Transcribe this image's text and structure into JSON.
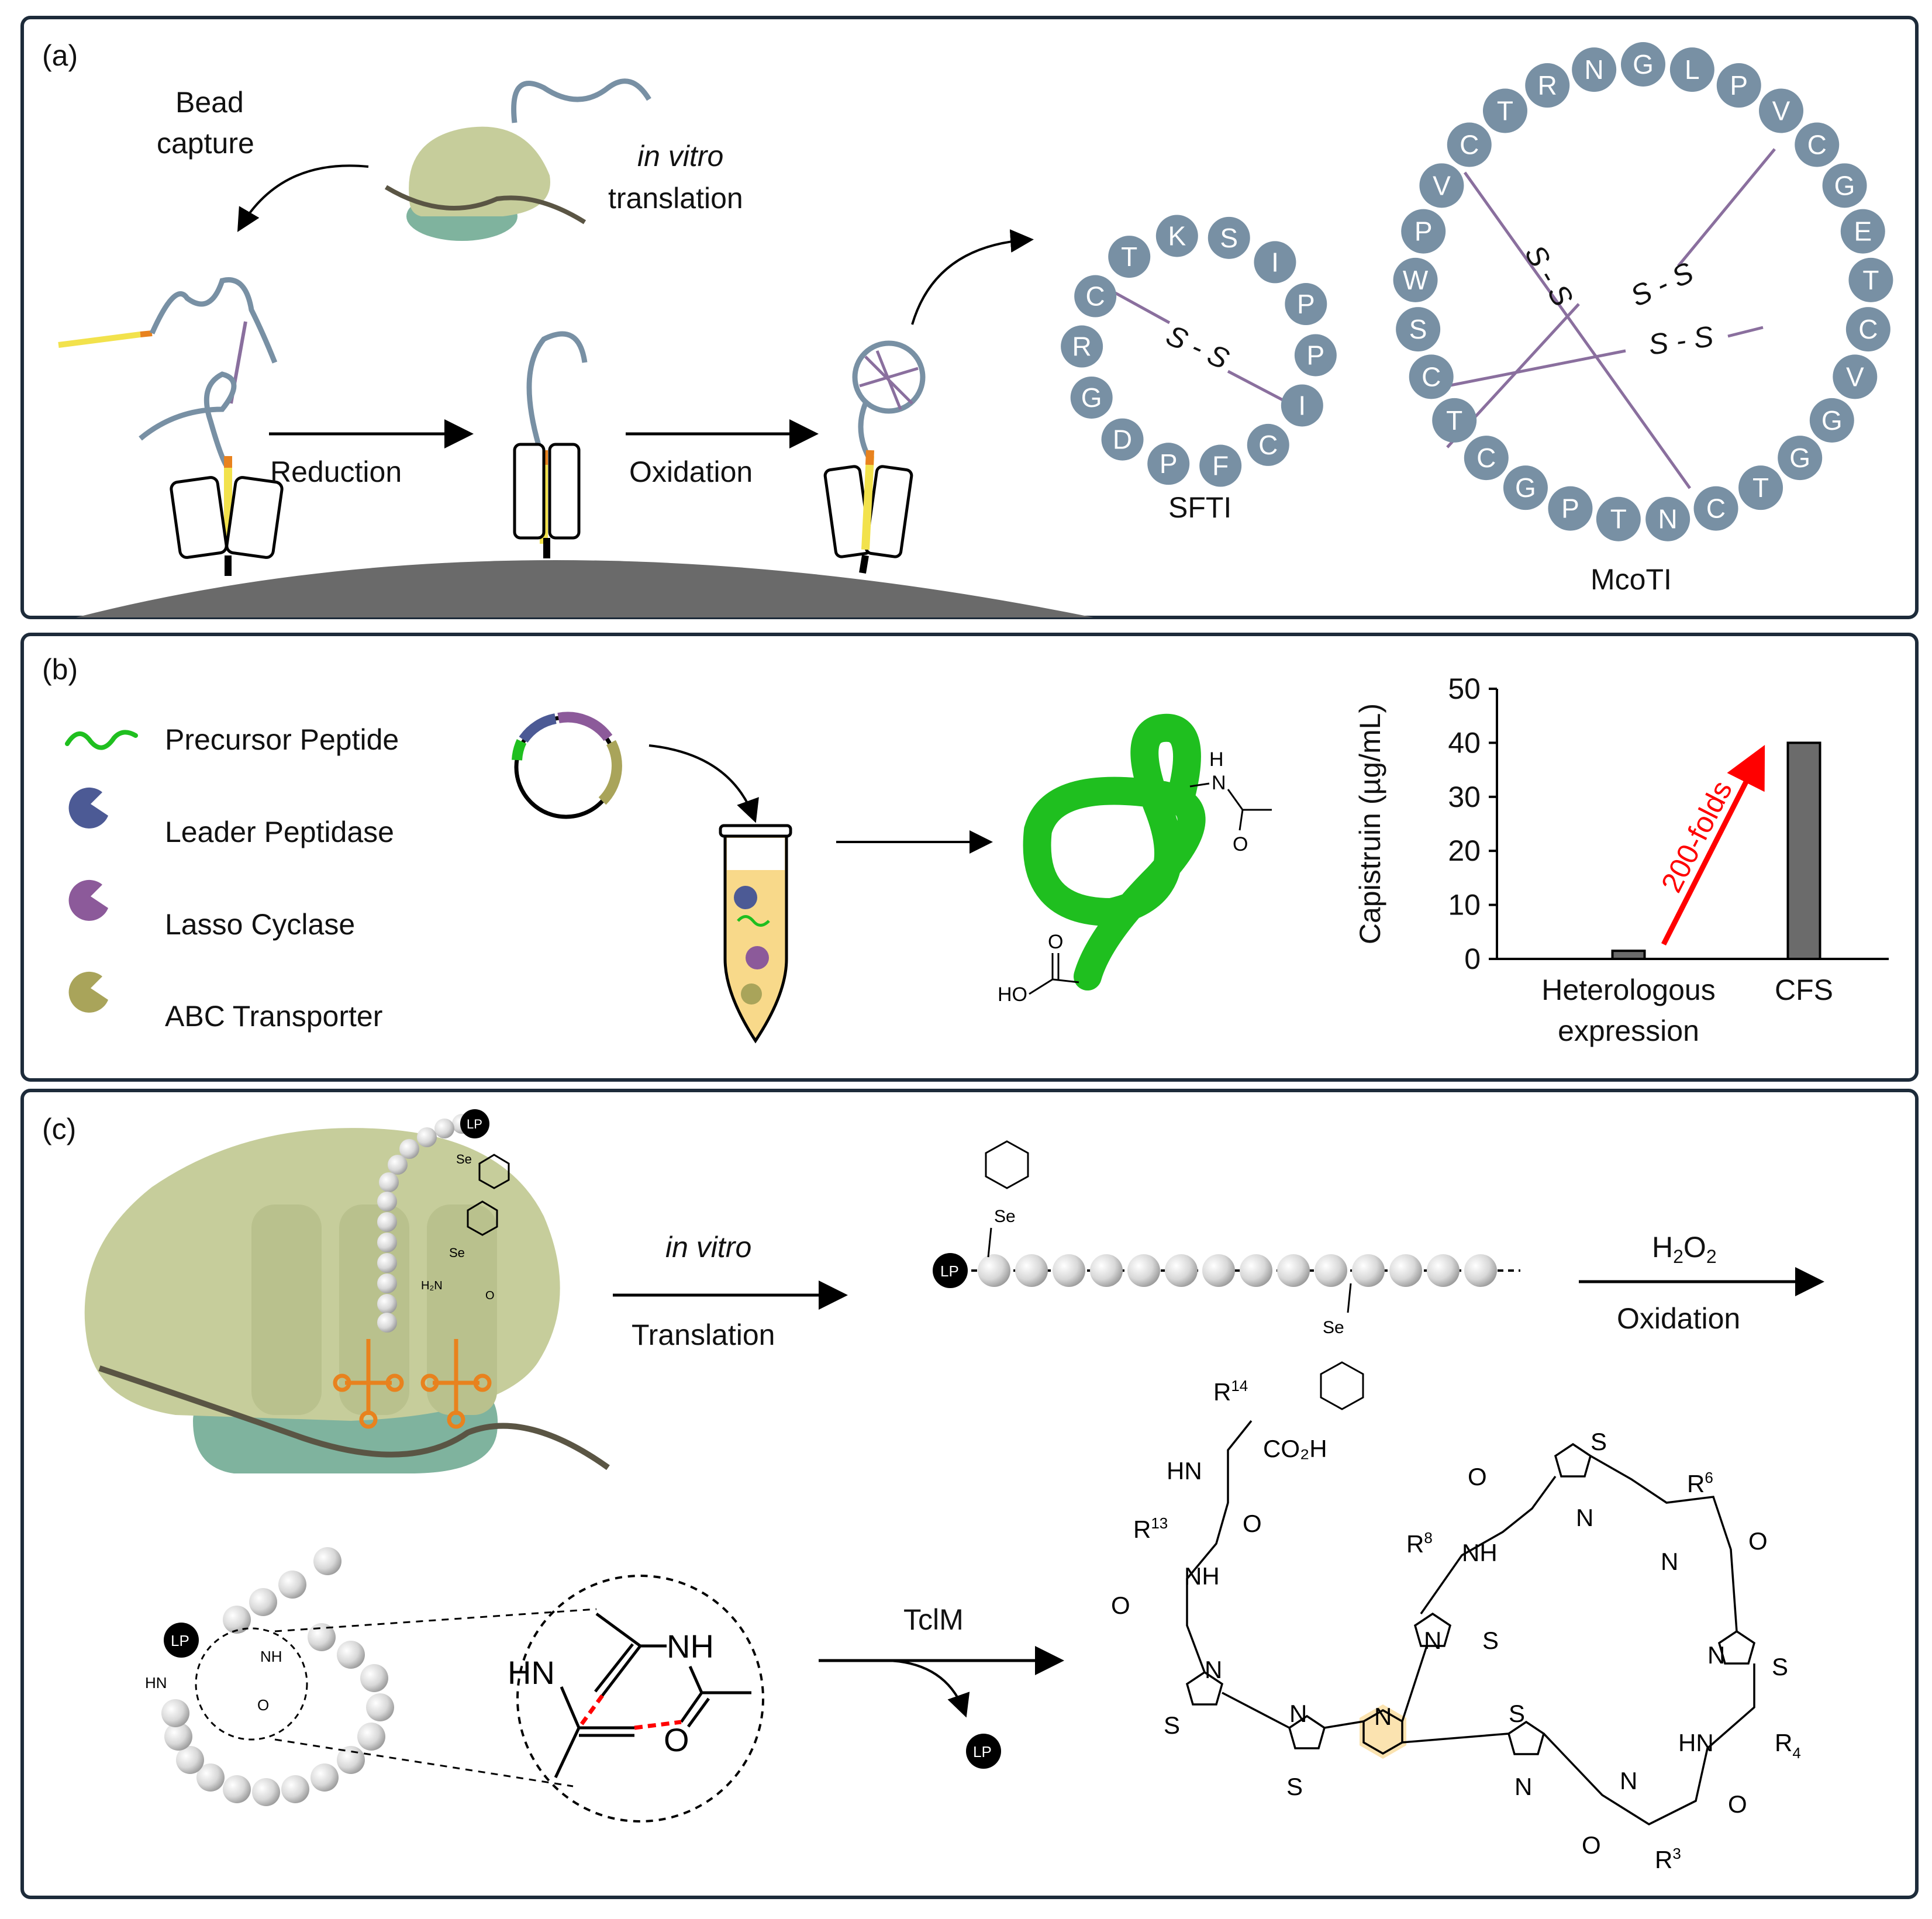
{
  "colors": {
    "frame": "#1d2b3a",
    "residue": "#7890a4",
    "disulfide": "#8a6f9e",
    "ribosome_large": "#c6cd9b",
    "ribosome_small": "#7fb39e",
    "bead_surface": "#6a6a6a",
    "yellow_linker": "#f2e24c",
    "lasso_green": "#1fbf1f",
    "arrow_red": "#ff0000",
    "bar_fill": "#6b6b6b",
    "trna_orange": "#e8821e",
    "pyridine_highlight": "#fbe3b0"
  },
  "panel_a": {
    "tag": "(a)",
    "bead_capture": [
      "Bead",
      "capture"
    ],
    "in_vitro": "in vitro",
    "translation": "translation",
    "reduction": "Reduction",
    "oxidation": "Oxidation",
    "sfti": {
      "label": "SFTI",
      "residues": [
        "S",
        "I",
        "P",
        "P",
        "I",
        "C",
        "F",
        "P",
        "D",
        "G",
        "R",
        "C",
        "T",
        "K"
      ],
      "ss": "S - S"
    },
    "mcoti": {
      "label": "McoTI",
      "residues": [
        "G",
        "L",
        "P",
        "V",
        "C",
        "G",
        "E",
        "T",
        "C",
        "V",
        "G",
        "G",
        "T",
        "C",
        "N",
        "T",
        "P",
        "G",
        "C",
        "T",
        "C",
        "S",
        "W",
        "P",
        "V",
        "C",
        "T",
        "R",
        "N"
      ],
      "ss1": "S - S",
      "ss2": "S - S",
      "ss3": "S - S"
    }
  },
  "panel_b": {
    "tag": "(b)",
    "legend": [
      "Precursor Peptide",
      "Leader Peptidase",
      "Lasso Cyclase",
      "ABC Transporter"
    ],
    "legend_colors": [
      "#1fbf1f",
      "#4c5a95",
      "#8c5a9a",
      "#a9a45a"
    ],
    "chem": {
      "nh": "N",
      "h": "H",
      "o": "O",
      "ho": "HO"
    }
  },
  "chart_data": {
    "type": "bar",
    "categories": [
      "Heterologous expression",
      "CFS"
    ],
    "category_lines": [
      [
        "Heterologous",
        "expression"
      ],
      [
        "CFS"
      ]
    ],
    "values": [
      1.5,
      40
    ],
    "ylabel": "Capistruin (µg/mL)",
    "ylim": [
      0,
      50
    ],
    "yticks": [
      0,
      10,
      20,
      30,
      40,
      50
    ],
    "annotation": "200-folds"
  },
  "panel_c": {
    "tag": "(c)",
    "in_vitro": "in vitro",
    "translation": "Translation",
    "h2o2": "H",
    "h2o2_sub": "2",
    "h2o2_o": "O",
    "oxidation": "Oxidation",
    "tclm": "TclM",
    "lp": "LP",
    "se": "Se",
    "h2n": "H₂N",
    "nh": "NH",
    "hn": "HN",
    "o": "O",
    "s": "S",
    "n": "N",
    "co2h": "CO₂H",
    "r14": "R",
    "r14_sup": "14",
    "r13": "R",
    "r13_sup": "13",
    "r8": "R",
    "r8_sup": "8",
    "r6": "R",
    "r6_sup": "6",
    "r4": "R",
    "r4_sub": "4",
    "r3": "R",
    "r3_sup": "3"
  }
}
